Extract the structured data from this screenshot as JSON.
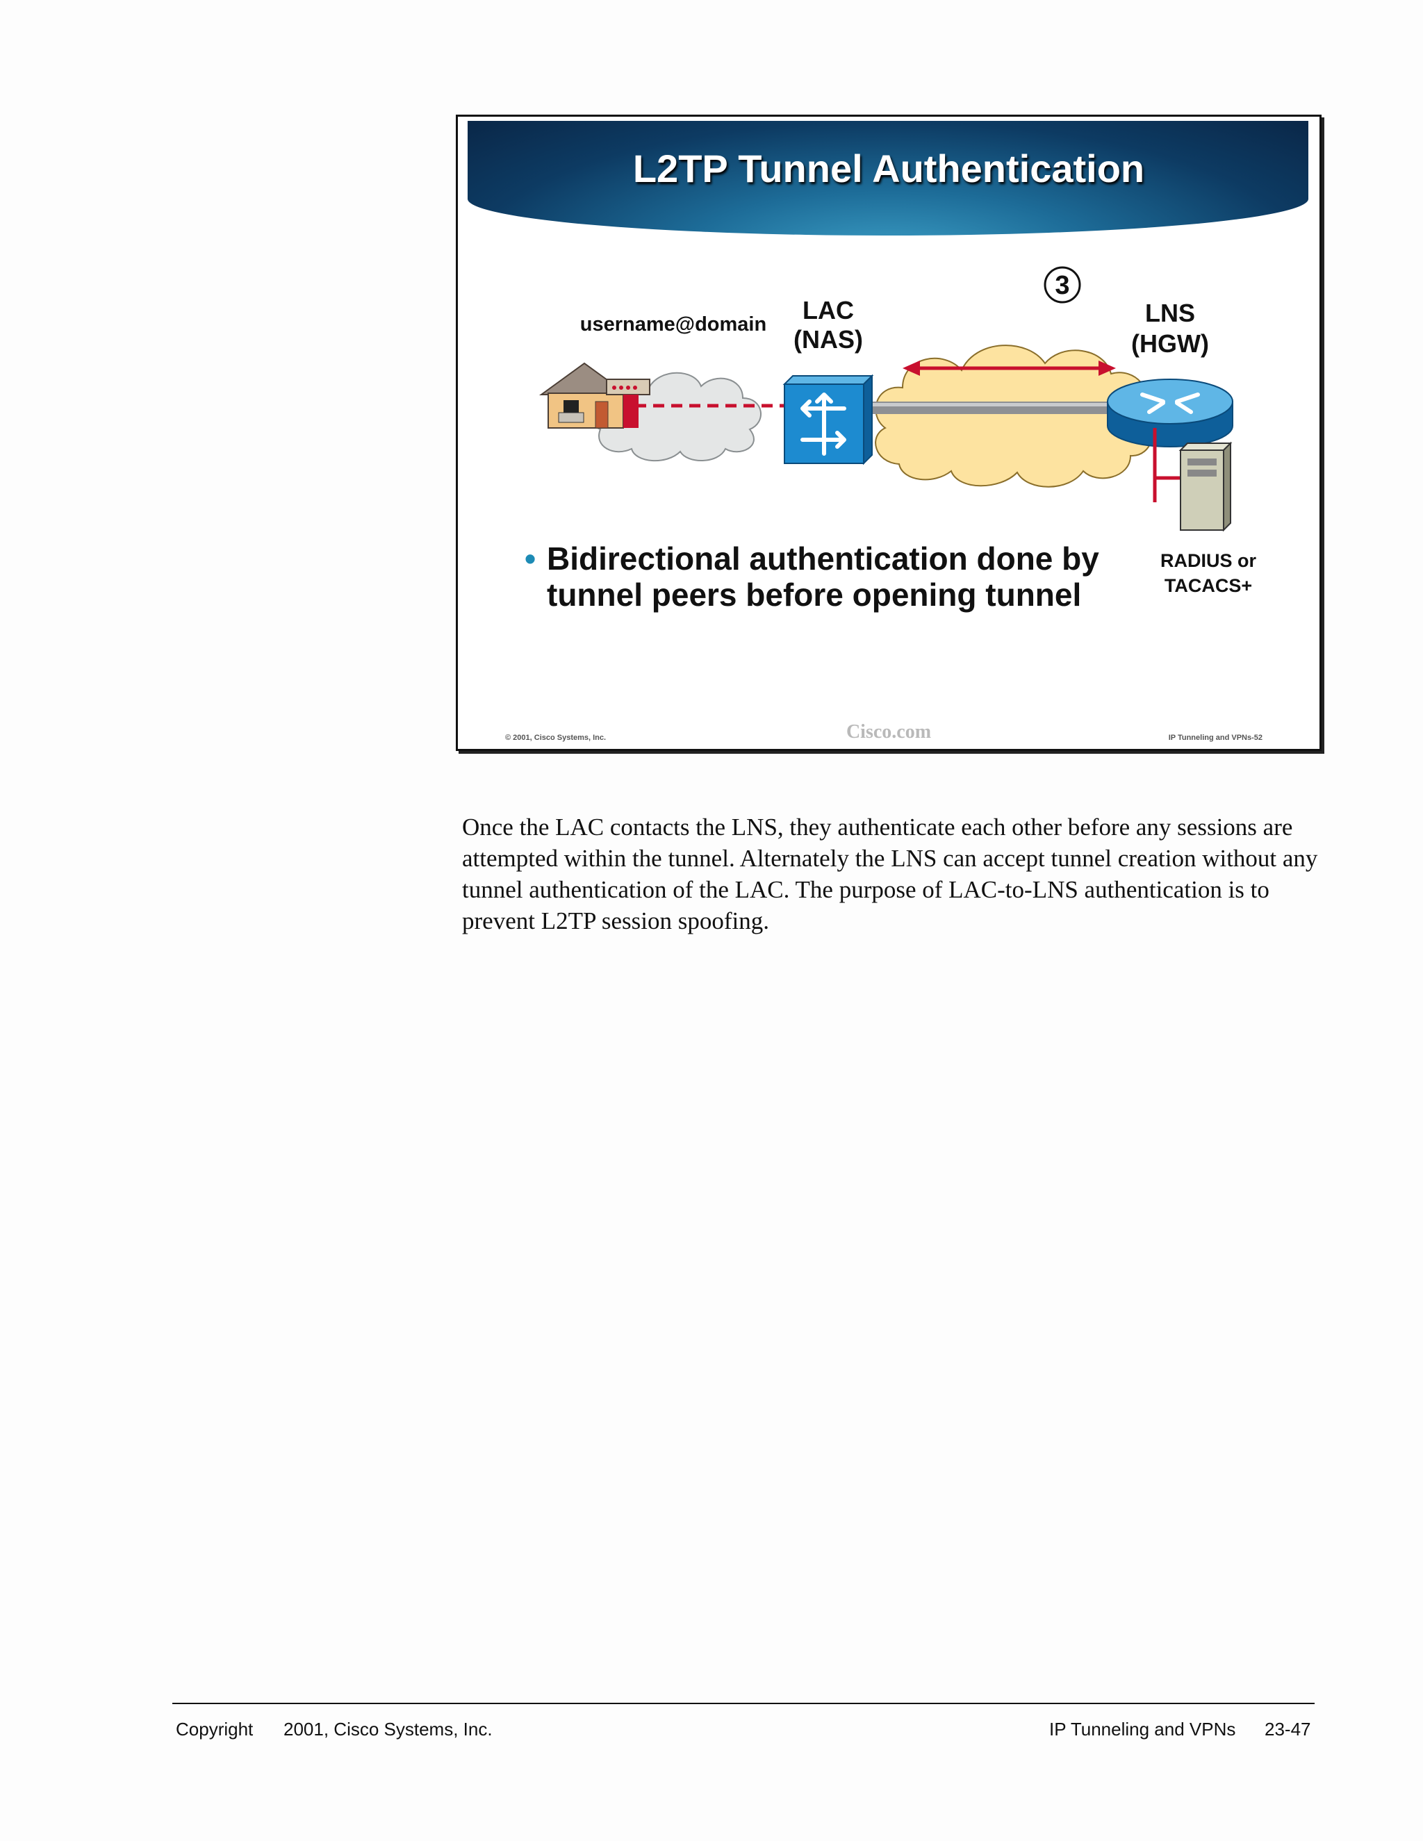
{
  "slide": {
    "title": "L2TP Tunnel Authentication",
    "step_number": "3",
    "user_label": "username@domain",
    "lac_label": "LAC",
    "lac_sub": "(NAS)",
    "lns_label": "LNS",
    "lns_sub": "(HGW)",
    "radius_label": "RADIUS or",
    "radius_sub": "TACACS+",
    "bullet_marker": "•",
    "bullet": "Bidirectional authentication done by tunnel peers before opening tunnel",
    "copyright": "© 2001, Cisco Systems, Inc.",
    "brand": "Cisco.com",
    "course_ref": "IP Tunneling and VPNs-52",
    "colors": {
      "header": "#0d3b63",
      "tunnel_arrow": "#c8102e",
      "dial_line": "#c8102e",
      "device_blue": "#1d8bd0",
      "cloud_yellow": "#fde3a0",
      "cloud_gray": "#e4e6e6"
    }
  },
  "body": {
    "paragraph": "Once the LAC contacts the LNS, they authenticate each other before any sessions are attempted within the tunnel. Alternately the LNS can accept tunnel creation without any tunnel authentication of the LAC. The purpose of LAC-to-LNS authentication is to prevent L2TP session spoofing."
  },
  "footer": {
    "copyright": "Copyright",
    "year_company": "2001, Cisco Systems, Inc.",
    "course": "IP Tunneling and VPNs",
    "page": "23-47"
  }
}
